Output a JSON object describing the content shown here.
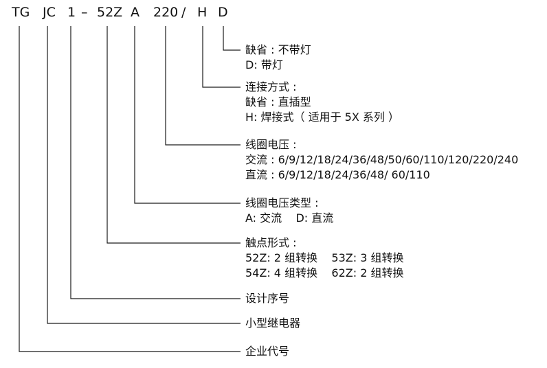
{
  "model_code": {
    "segments": [
      "TG",
      "JC",
      "1",
      "–",
      "52Z",
      "A",
      "220",
      "/",
      "H",
      "D"
    ]
  },
  "legend": {
    "lamp": {
      "title": "缺省 : 不带灯",
      "lines": [
        "D: 带灯"
      ]
    },
    "connection": {
      "title": "连接方式 :",
      "lines": [
        "缺省 : 直插型",
        "H: 焊接式（ 适用于 5X 系列 ）"
      ]
    },
    "coil_voltage": {
      "title": "线圈电压 :",
      "lines": [
        "交流 : 6/9/12/18/24/36/48/50/60/110/120/220/240",
        "直流 : 6/9/12/18/24/36/48/ 60/110"
      ]
    },
    "coil_voltage_type": {
      "title": "线圈电压类型 :",
      "lines": [
        "A: 交流    D: 直流"
      ]
    },
    "contact_form": {
      "title": "触点形式 :",
      "lines": [
        "52Z: 2 组转换    53Z: 3 组转换",
        "54Z: 4 组转换    62Z: 2 组转换"
      ]
    },
    "design_serial": {
      "title": "设计序号",
      "lines": []
    },
    "type": {
      "title": "小型继电器",
      "lines": []
    },
    "company": {
      "title": "企业代号",
      "lines": []
    }
  }
}
